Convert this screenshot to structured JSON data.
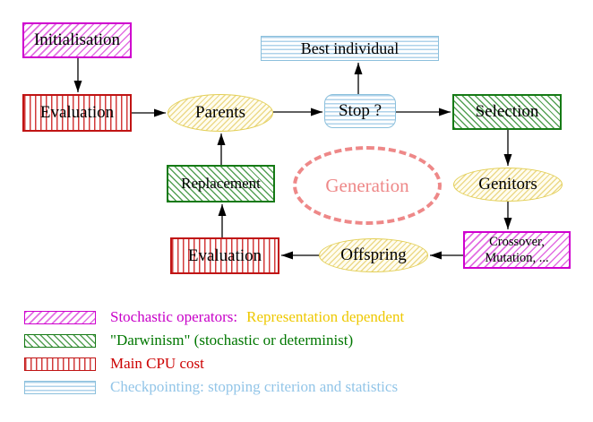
{
  "colors": {
    "stochastic_magenta": "#cf00cf",
    "darwinism_green": "#157a15",
    "cpu_red": "#c01414",
    "checkpointing_cyan": "#8cc0dc",
    "population_yellow": "#e3cf55",
    "generation_salmon": "#ee8888",
    "representation_gold": "#eec800"
  },
  "diagram": {
    "nodes": {
      "initialisation": {
        "label": "Initialisation"
      },
      "best_individual": {
        "label": "Best individual"
      },
      "evaluation_top": {
        "label": "Evaluation"
      },
      "parents": {
        "label": "Parents"
      },
      "stop": {
        "label": "Stop ?"
      },
      "selection": {
        "label": "Selection"
      },
      "replacement": {
        "label": "Replacement"
      },
      "generation": {
        "label": "Generation"
      },
      "genitors": {
        "label": "Genitors"
      },
      "crossover_mutation": {
        "line1": "Crossover,",
        "line2": "Mutation, ..."
      },
      "offspring": {
        "label": "Offspring"
      },
      "evaluation_bottom": {
        "label": "Evaluation"
      }
    },
    "edges": [
      {
        "from": "Initialisation",
        "to": "Evaluation"
      },
      {
        "from": "Evaluation",
        "to": "Parents"
      },
      {
        "from": "Parents",
        "to": "Stop ?"
      },
      {
        "from": "Stop ?",
        "to": "Best individual"
      },
      {
        "from": "Stop ?",
        "to": "Selection"
      },
      {
        "from": "Selection",
        "to": "Genitors"
      },
      {
        "from": "Genitors",
        "to": "Crossover, Mutation, ..."
      },
      {
        "from": "Crossover, Mutation, ...",
        "to": "Offspring"
      },
      {
        "from": "Offspring",
        "to": "Evaluation"
      },
      {
        "from": "Evaluation",
        "to": "Replacement"
      },
      {
        "from": "Replacement",
        "to": "Parents"
      }
    ]
  },
  "legend": {
    "items": [
      {
        "label": "Stochastic operators:",
        "label_suffix": "Representation dependent"
      },
      {
        "label": "\"Darwinism\" (stochastic or determinist)"
      },
      {
        "label": "Main CPU cost"
      },
      {
        "label": "Checkpointing: stopping criterion and statistics"
      }
    ]
  }
}
